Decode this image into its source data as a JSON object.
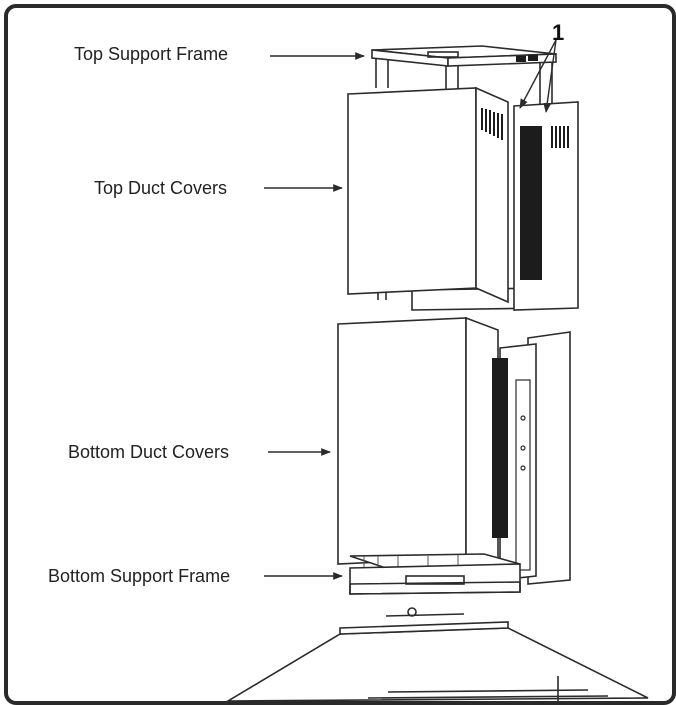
{
  "labels": {
    "top_support_frame": "Top Support Frame",
    "top_duct_covers": "Top Duct Covers",
    "bottom_duct_covers": "Bottom Duct Covers",
    "bottom_support_frame": "Bottom Support Frame",
    "callout_number": "1"
  },
  "colors": {
    "line": "#2b2b2b",
    "panel_fill": "#ffffff",
    "vent_fill": "#1c1c1c",
    "border": "#2a2a2a"
  }
}
